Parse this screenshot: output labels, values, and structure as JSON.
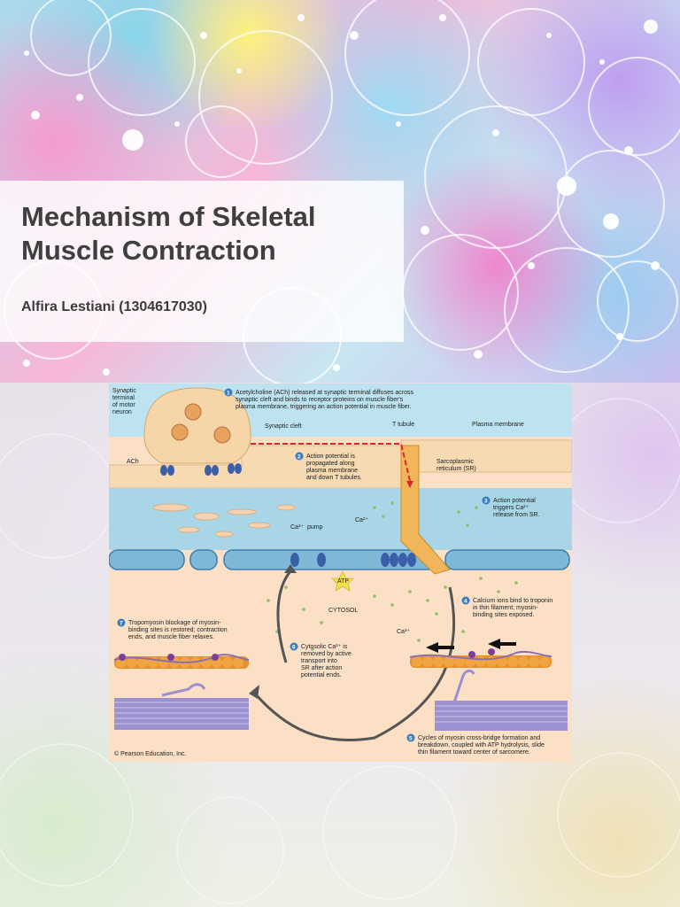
{
  "slide": {
    "title_line1": "Mechanism of Skeletal",
    "title_line2": "Muscle Contraction",
    "author": "Alfira Lestiani (1304617030)"
  },
  "figure": {
    "labels": {
      "synaptic_terminal": [
        "Synaptic",
        "terminal",
        "of motor",
        "neuron"
      ],
      "synaptic_cleft": "Synaptic cleft",
      "ach": "ACh",
      "t_tubule": "T tubule",
      "plasma_membrane": "Plasma membrane",
      "sr": [
        "Sarcoplasmic",
        "reticulum (SR)"
      ],
      "ca_pump": [
        "Ca²⁺",
        "pump"
      ],
      "ca2": "Ca²⁺",
      "atp": "ATP",
      "cytosol": "CYTOSOL",
      "ca2_b": "Ca²⁺"
    },
    "steps": [
      {
        "num": "1",
        "lines": [
          "Acetylcholine (ACh) released at synaptic terminal diffuses across",
          "synaptic cleft and binds to receptor proteins on muscle fiber's",
          "plasma membrane, triggering an action potential in muscle fiber."
        ]
      },
      {
        "num": "2",
        "lines": [
          "Action potential is",
          "propagated along",
          "plasma membrane",
          "and down T tubules."
        ]
      },
      {
        "num": "3",
        "lines": [
          "Action potential",
          "triggers Ca²⁺",
          "release from SR."
        ]
      },
      {
        "num": "4",
        "lines": [
          "Calcium ions bind to troponin",
          "in thin filament; myosin-",
          "binding sites exposed."
        ]
      },
      {
        "num": "5",
        "lines": [
          "Cycles of myosin cross-bridge formation and",
          "breakdown, coupled with ATP hydrolysis, slide",
          "thin filament toward center of sarcomere."
        ]
      },
      {
        "num": "6",
        "lines": [
          "Cytosolic Ca²⁺ is",
          "removed by active",
          "transport into",
          "SR after action",
          "potential ends."
        ]
      },
      {
        "num": "7",
        "lines": [
          "Tropomyosin blockage of myosin-",
          "binding sites is restored; contraction",
          "ends, and muscle fiber relaxes."
        ]
      }
    ],
    "copyright": "© Pearson Education, Inc."
  },
  "colors": {
    "membrane_blue": "#5b9bd5",
    "sr_blue": "#a8d6e6",
    "cytosol_peach": "#fbdcc0",
    "step_circle": "#3a7cc1",
    "arrow_red": "#d62a2a"
  }
}
